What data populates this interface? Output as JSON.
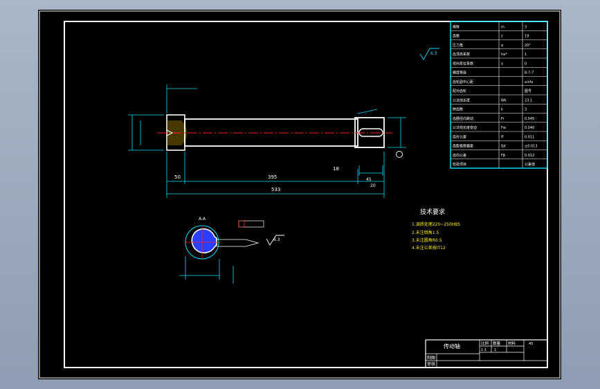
{
  "drawing_title": "传动轴",
  "roughness_general": "6.3",
  "roughness_keyway": "6.3",
  "dimensions": {
    "left_step": "50",
    "middle_length": "395",
    "right_key": "18",
    "total_length": "533",
    "keyway_len": "45",
    "right_end": "20",
    "section": "A-A"
  },
  "tech_title": "技术要求",
  "tech_notes": [
    "1.调质处理220~250HBS",
    "2.未注倒角1.5",
    "3.未注圆角R0.5",
    "4.未注公差按IT12"
  ],
  "param_table": {
    "rows": [
      {
        "label": "模数",
        "sym": "m",
        "val": "3"
      },
      {
        "label": "齿数",
        "sym": "z",
        "val": "19"
      },
      {
        "label": "压力角",
        "sym": "α",
        "val": "20°"
      },
      {
        "label": "齿顶高系数",
        "sym": "ha*",
        "val": "1"
      },
      {
        "label": "径向变位系数",
        "sym": "x",
        "val": "0"
      },
      {
        "label": "精度等级",
        "sym": "",
        "val": "8-7-7"
      },
      {
        "label": "齿轮副中心距",
        "sym": "",
        "val": "a±fa"
      },
      {
        "label": "配对齿轮",
        "sym": "",
        "val": "图号"
      },
      {
        "label": "公法线长度",
        "sym": "Wk",
        "val": "23.1"
      },
      {
        "label": "跨齿数",
        "sym": "k",
        "val": "3"
      },
      {
        "label": "齿圈径向跳动",
        "sym": "Fr",
        "val": "0.045"
      },
      {
        "label": "公法线长度变动",
        "sym": "Fw",
        "val": "0.040"
      },
      {
        "label": "齿形公差",
        "sym": "ff",
        "val": "0.011"
      },
      {
        "label": "齿距极限偏差",
        "sym": "fpt",
        "val": "±0.013"
      },
      {
        "label": "齿向公差",
        "sym": "Fβ",
        "val": "0.012"
      },
      {
        "label": "检验项目",
        "sym": "",
        "val": "公差值"
      }
    ]
  },
  "title_block": {
    "name": "传动轴",
    "scale_label": "比例",
    "qty_label": "数量",
    "material_label": "材料",
    "scale": "1:1",
    "qty": "1",
    "material": "45",
    "drawn_label": "制图",
    "checked_label": "审核"
  }
}
